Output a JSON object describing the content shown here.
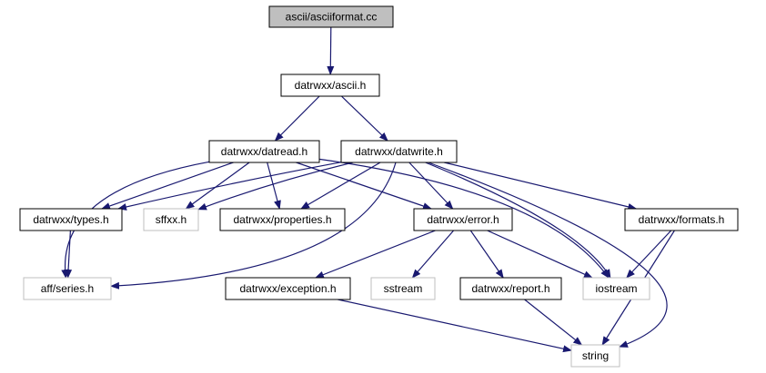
{
  "graph": {
    "nodes": [
      {
        "id": "root",
        "label": "ascii/asciiformat.cc",
        "style": "root"
      },
      {
        "id": "ascii_h",
        "label": "datrwxx/ascii.h",
        "style": "normal"
      },
      {
        "id": "datread_h",
        "label": "datrwxx/datread.h",
        "style": "normal"
      },
      {
        "id": "datwrite_h",
        "label": "datrwxx/datwrite.h",
        "style": "normal"
      },
      {
        "id": "types_h",
        "label": "datrwxx/types.h",
        "style": "normal"
      },
      {
        "id": "sffxx_h",
        "label": "sffxx.h",
        "style": "external"
      },
      {
        "id": "properties_h",
        "label": "datrwxx/properties.h",
        "style": "normal"
      },
      {
        "id": "error_h",
        "label": "datrwxx/error.h",
        "style": "normal"
      },
      {
        "id": "formats_h",
        "label": "datrwxx/formats.h",
        "style": "normal"
      },
      {
        "id": "series_h",
        "label": "aff/series.h",
        "style": "external"
      },
      {
        "id": "exception_h",
        "label": "datrwxx/exception.h",
        "style": "normal"
      },
      {
        "id": "sstream",
        "label": "sstream",
        "style": "external"
      },
      {
        "id": "report_h",
        "label": "datrwxx/report.h",
        "style": "normal"
      },
      {
        "id": "iostream",
        "label": "iostream",
        "style": "external"
      },
      {
        "id": "string",
        "label": "string",
        "style": "external"
      }
    ],
    "edges": [
      {
        "from": "root",
        "to": "ascii_h"
      },
      {
        "from": "ascii_h",
        "to": "datread_h"
      },
      {
        "from": "ascii_h",
        "to": "datwrite_h"
      },
      {
        "from": "datread_h",
        "to": "series_h"
      },
      {
        "from": "datread_h",
        "to": "types_h"
      },
      {
        "from": "datread_h",
        "to": "sffxx_h"
      },
      {
        "from": "datread_h",
        "to": "properties_h"
      },
      {
        "from": "datread_h",
        "to": "error_h"
      },
      {
        "from": "datread_h",
        "to": "iostream"
      },
      {
        "from": "datwrite_h",
        "to": "types_h"
      },
      {
        "from": "datwrite_h",
        "to": "sffxx_h"
      },
      {
        "from": "datwrite_h",
        "to": "properties_h"
      },
      {
        "from": "datwrite_h",
        "to": "error_h"
      },
      {
        "from": "datwrite_h",
        "to": "series_h"
      },
      {
        "from": "datwrite_h",
        "to": "formats_h"
      },
      {
        "from": "datwrite_h",
        "to": "iostream"
      },
      {
        "from": "datwrite_h",
        "to": "string"
      },
      {
        "from": "types_h",
        "to": "series_h"
      },
      {
        "from": "error_h",
        "to": "exception_h"
      },
      {
        "from": "error_h",
        "to": "sstream"
      },
      {
        "from": "error_h",
        "to": "report_h"
      },
      {
        "from": "error_h",
        "to": "iostream"
      },
      {
        "from": "formats_h",
        "to": "iostream"
      },
      {
        "from": "formats_h",
        "to": "string"
      },
      {
        "from": "exception_h",
        "to": "string"
      },
      {
        "from": "report_h",
        "to": "string"
      }
    ]
  },
  "colors": {
    "edge": "#191970",
    "root_fill": "#bfbfbf",
    "node_border": "#000000",
    "external_border": "#bfbfbf",
    "external_text": "#000000"
  }
}
